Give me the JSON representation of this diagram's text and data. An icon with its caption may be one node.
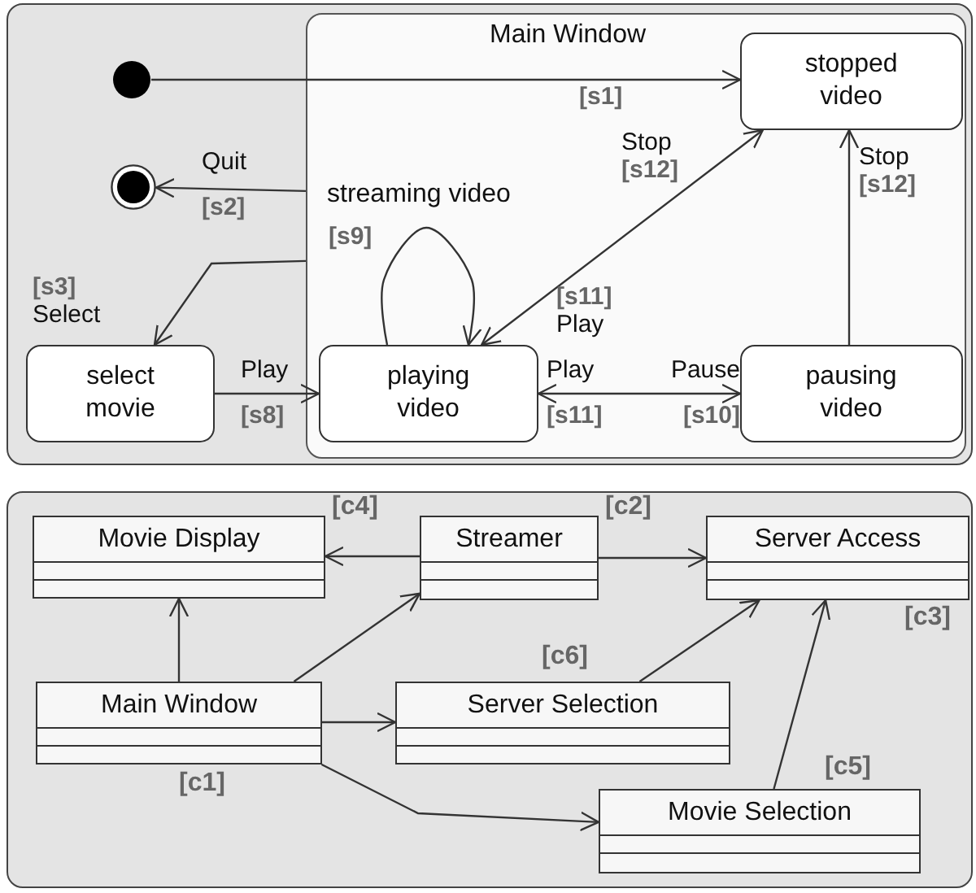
{
  "diagram": {
    "nodes": [
      {
        "text": [],
        "shape": "circle"
      },
      {
        "text": [],
        "shape": "bullseye"
      },
      {
        "text": [
          "Main Window",
          "streaming video"
        ]
      },
      {
        "text": [
          "stopped video"
        ],
        "in": 2
      },
      {
        "text": [
          "select movie"
        ]
      },
      {
        "text": [
          "playing video"
        ],
        "in": 2
      },
      {
        "text": [
          "pausing video"
        ],
        "in": 2
      },
      {
        "text": [
          "Movie Display"
        ],
        "beside": [
          "[c4]"
        ]
      },
      {
        "text": [
          "Streamer"
        ],
        "beside": [
          "[c2]"
        ]
      },
      {
        "text": [
          "Server Access"
        ],
        "beside": [
          "[c3]"
        ]
      },
      {
        "text": [
          "Main Window"
        ],
        "beside": [
          "[c1]"
        ]
      },
      {
        "text": [
          "Server Selection"
        ],
        "beside": [
          "[c6]"
        ]
      },
      {
        "text": [
          "Movie Selection"
        ],
        "beside": [
          "[c5]"
        ]
      }
    ],
    "edges": [
      {
        "from": 0,
        "to": 3,
        "arrow": "to",
        "label": "[s1]"
      },
      {
        "from": 2,
        "to": 1,
        "arrow": "to",
        "label": "Quit **[s2]**"
      },
      {
        "from": 2,
        "to": 4,
        "arrow": "to",
        "label": "**[s3]** Select"
      },
      {
        "from": 4,
        "to": 5,
        "arrow": "to",
        "label": "Play **[s8]**"
      },
      {
        "from": 5,
        "to": 5,
        "arrow": "to",
        "label": "[s9]"
      },
      {
        "from": 5,
        "to": 3,
        "arrow": "both",
        "label": "Stop **[s12]**"
      },
      {
        "from": 5,
        "to": 6,
        "arrow": "both",
        "label": "Pause **[s10]**"
      },
      {
        "from": 6,
        "to": 3,
        "arrow": "to",
        "label": "Stop **[s12]**"
      },
      {
        "from": 10,
        "to": 7,
        "arrow": "to"
      },
      {
        "from": 10,
        "to": 8,
        "arrow": "to"
      },
      {
        "from": 10,
        "to": 11,
        "arrow": "to"
      },
      {
        "from": 10,
        "to": 12,
        "arrow": "to"
      },
      {
        "from": 8,
        "to": 7,
        "arrow": "to"
      },
      {
        "from": 8,
        "to": 9,
        "arrow": "to"
      },
      {
        "from": 11,
        "to": 9,
        "arrow": "to"
      },
      {
        "from": 12,
        "to": 9,
        "arrow": "to"
      }
    ],
    "labels": [
      "**[s11]** Play",
      "Play **[s11]**"
    ]
  }
}
